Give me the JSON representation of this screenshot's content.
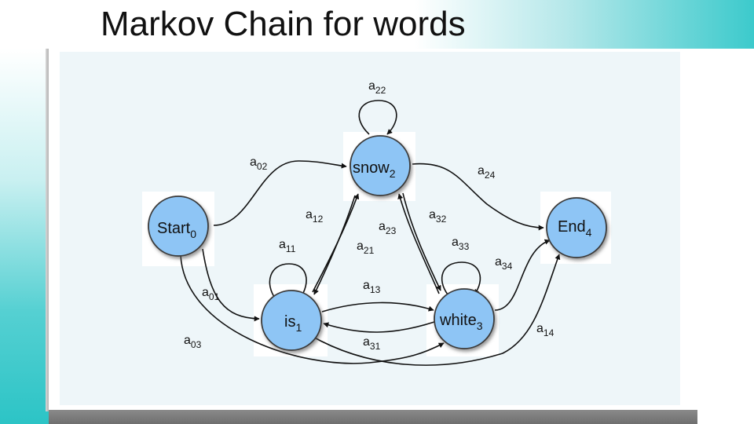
{
  "slide": {
    "title": "Markov Chain for words"
  },
  "colors": {
    "node_fill": "#8ec5f5",
    "node_stroke": "#3a3a3a",
    "edge": "#111111",
    "accent_teal": "#33c7c9"
  },
  "nodes": {
    "start": {
      "name": "Start",
      "index": "0"
    },
    "snow": {
      "name": "snow",
      "index": "2"
    },
    "end": {
      "name": "End",
      "index": "4"
    },
    "is": {
      "name": "is",
      "index": "1"
    },
    "white": {
      "name": "white",
      "index": "3"
    }
  },
  "edges": {
    "a22": {
      "letter": "a",
      "sub": "22"
    },
    "a02": {
      "letter": "a",
      "sub": "02"
    },
    "a24": {
      "letter": "a",
      "sub": "24"
    },
    "a12": {
      "letter": "a",
      "sub": "12"
    },
    "a32": {
      "letter": "a",
      "sub": "32"
    },
    "a23": {
      "letter": "a",
      "sub": "23"
    },
    "a11": {
      "letter": "a",
      "sub": "11"
    },
    "a21": {
      "letter": "a",
      "sub": "21"
    },
    "a33": {
      "letter": "a",
      "sub": "33"
    },
    "a34": {
      "letter": "a",
      "sub": "34"
    },
    "a13": {
      "letter": "a",
      "sub": "13"
    },
    "a01": {
      "letter": "a",
      "sub": "01"
    },
    "a14": {
      "letter": "a",
      "sub": "14"
    },
    "a03": {
      "letter": "a",
      "sub": "03"
    },
    "a31": {
      "letter": "a",
      "sub": "31"
    }
  }
}
